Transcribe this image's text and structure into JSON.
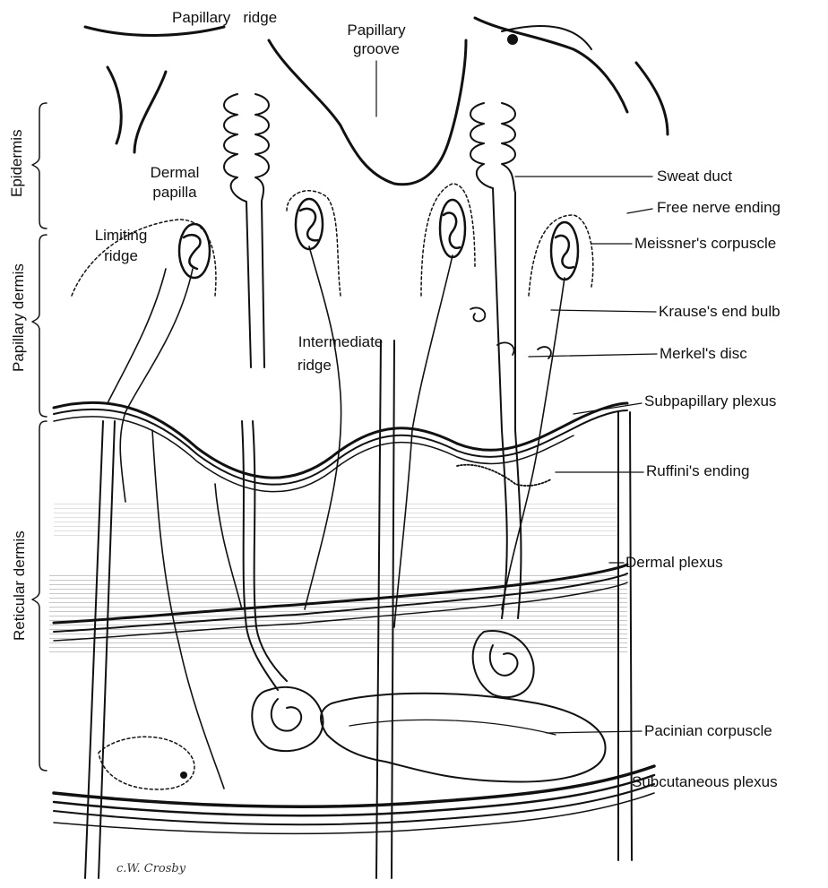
{
  "figure": {
    "layer_labels": {
      "epidermis": "Epidermis",
      "papillary_dermis": "Papillary dermis",
      "reticular_dermis": "Reticular dermis"
    },
    "top_labels": {
      "papillary_ridge": "Papillary   ridge",
      "papillary_groove_1": "Papillary",
      "papillary_groove_2": "groove"
    },
    "inner_labels": {
      "dermal_papilla_1": "Dermal",
      "dermal_papilla_2": "papilla",
      "limiting_ridge_1": "Limiting",
      "limiting_ridge_2": "ridge",
      "intermediate_ridge_1": "Intermediate",
      "intermediate_ridge_2": "ridge"
    },
    "callouts": {
      "sweat_duct": "Sweat duct",
      "free_nerve_ending": "Free nerve ending",
      "meissners_corpuscle": "Meissner's corpuscle",
      "krauses_end_bulb": "Krause's end bulb",
      "merkels_disc": "Merkel's disc",
      "subpapillary_plexus": "Subpapillary plexus",
      "ruffinis_ending": "Ruffini's ending",
      "dermal_plexus": "Dermal plexus",
      "pacinian_corpuscle": "Pacinian corpuscle",
      "subcutaneous_plexus": "Subcutaneous plexus"
    },
    "signature": "c.W. Crosby"
  }
}
